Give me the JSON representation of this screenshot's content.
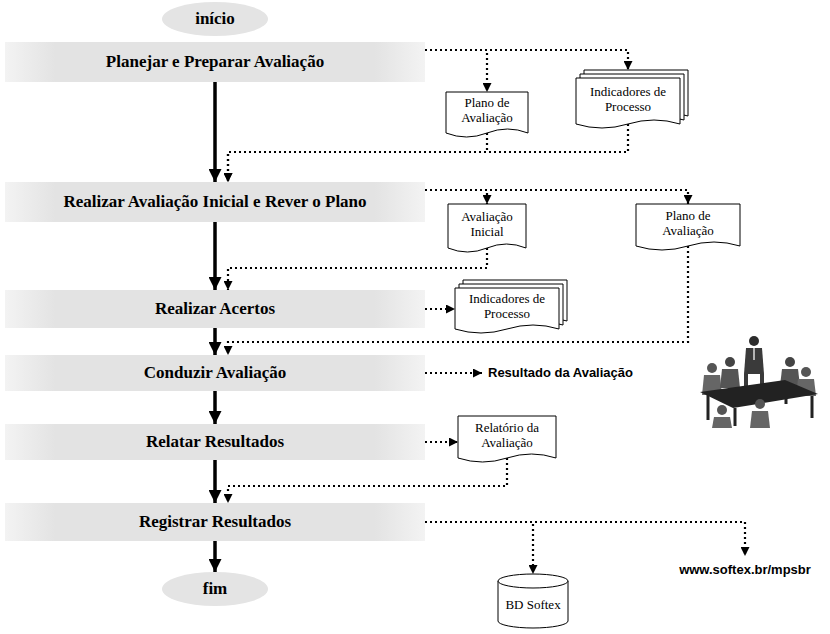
{
  "diagram": {
    "nodes": [
      {
        "text": [
          "início"
        ]
      },
      {
        "text": [
          "Planejar e Preparar Avaliação"
        ]
      },
      {
        "text": [
          "Plano de Avaliação"
        ]
      },
      {
        "text": [
          "Indicadores de Processo"
        ]
      },
      {
        "text": [
          "Realizar Avaliação Inicial e Rever o Plano"
        ]
      },
      {
        "text": [
          "Avaliação Inicial"
        ]
      },
      {
        "text": [
          "Plano de Avaliação"
        ]
      },
      {
        "text": [
          "Realizar Acertos"
        ]
      },
      {
        "text": [
          "Indicadores de Processo"
        ]
      },
      {
        "text": [
          "Conduzir Avaliação"
        ]
      },
      {
        "text": [
          "Relatar Resultados"
        ]
      },
      {
        "text": [
          "Relatório da Avaliação"
        ]
      },
      {
        "text": [
          "Registrar Resultados"
        ]
      },
      {
        "text": [
          "BD Softex"
        ]
      },
      {
        "text": [
          "fim"
        ]
      }
    ],
    "edges": [
      {
        "from": 1,
        "to": 2,
        "arrow": "to"
      },
      {
        "from": 1,
        "to": 3,
        "arrow": "to"
      },
      {
        "from": 2,
        "to": 4,
        "arrow": "to"
      },
      {
        "from": 3,
        "to": 4,
        "arrow": "to"
      },
      {
        "from": 1,
        "to": 4,
        "arrow": "to"
      },
      {
        "from": 4,
        "to": 5,
        "arrow": "to"
      },
      {
        "from": 4,
        "to": 6,
        "arrow": "to"
      },
      {
        "from": 5,
        "to": 7,
        "arrow": "to"
      },
      {
        "from": 4,
        "to": 7,
        "arrow": "to"
      },
      {
        "from": 7,
        "to": 8,
        "arrow": "to"
      },
      {
        "from": 6,
        "to": 9,
        "arrow": "to"
      },
      {
        "from": 7,
        "to": 9,
        "arrow": "to"
      },
      {
        "from": 9,
        "to": 10,
        "arrow": "to"
      },
      {
        "from": 10,
        "to": 11,
        "arrow": "to"
      },
      {
        "from": 11,
        "to": 12,
        "arrow": "to"
      },
      {
        "from": 10,
        "to": 12,
        "arrow": "to"
      },
      {
        "from": 12,
        "to": 13,
        "arrow": "to"
      },
      {
        "from": 12,
        "to": 14,
        "arrow": "to"
      }
    ],
    "labels": [
      "Resultado da Avaliação",
      "www.softex.br/mpsbr"
    ]
  }
}
